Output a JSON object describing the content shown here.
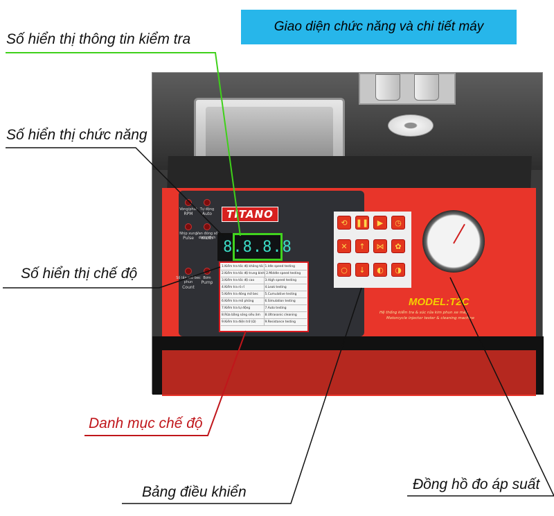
{
  "title": "Giao diện chức năng và chi tiết máy",
  "callouts": {
    "info_display": "Số hiển thị thông tin kiểm tra",
    "function_display": "Số hiển thị chức năng",
    "mode_display": "Số hiển thị chế độ",
    "mode_list": "Danh mục chế độ",
    "control_panel": "Bảng điều khiển",
    "pressure_gauge": "Đồng hồ đo áp suất"
  },
  "machine": {
    "brand": "TITANO",
    "display_value": "8.8.8.8",
    "model": "MODEL:T2C",
    "subtitle_vi": "Hệ thống kiểm tra & súc rửa kim phun xe máy",
    "subtitle_en": "Motorcycle injector tester & cleaning machine",
    "panel_labels": {
      "rpm_vi": "Vòng/phút",
      "rpm_en": "RPM",
      "auto_vi": "Tự động",
      "auto_en": "Auto",
      "pulse_vi": "Nhịp xung",
      "pulse_en": "Pulse",
      "width_vi": "Van đóng số dung dịch",
      "width_en": "Width",
      "count_vi": "Số lần mở bec phun",
      "count_en": "Count",
      "pump_vi": "Bơm",
      "pump_en": "Pump"
    }
  },
  "mode_list": [
    {
      "vi": "1.Kiểm tra tốc độ không tải",
      "en": "1.Idle speed testing"
    },
    {
      "vi": "2.Kiểm tra tốc độ trung bình",
      "en": "2.Middle speed testing"
    },
    {
      "vi": "3.Kiểm tra tốc độ cao",
      "en": "3.High speed testing"
    },
    {
      "vi": "4.Kiểm tra rò rỉ",
      "en": "4.Leak testing"
    },
    {
      "vi": "5.Kiểm tra đóng mở bec",
      "en": "5.Cumulative testing"
    },
    {
      "vi": "6.Kiểm tra mô phỏng",
      "en": "6.Simulation testing"
    },
    {
      "vi": "7.Kiểm tra tự động",
      "en": "7.Auto testing"
    },
    {
      "vi": "8.Rửa bằng sóng siêu âm",
      "en": "8.Ultrasonic cleaning"
    },
    {
      "vi": "9.Kiểm tra điện trở (Ω)",
      "en": "9.Resistance testing"
    }
  ],
  "keypad": {
    "icons": [
      "reset-icon",
      "pause-icon",
      "play-icon",
      "timer-icon",
      "tools-icon",
      "arrow-up-icon",
      "valve-icon",
      "spray-icon",
      "power-icon",
      "arrow-down-icon",
      "bulb-icon",
      "bulb-off-icon"
    ],
    "glyphs": [
      "⟲",
      "❚❚",
      "▶",
      "◷",
      "✕",
      "↑",
      "⋈",
      "✿",
      "○",
      "↓",
      "◐",
      "◑"
    ],
    "color": "#e3361e"
  },
  "colors": {
    "title_bg": "#27b6ea",
    "machine_red": "#e8352a",
    "info_highlight": "#41d41e",
    "mode_highlight": "#d91a1f",
    "model_text": "#f5d000"
  }
}
